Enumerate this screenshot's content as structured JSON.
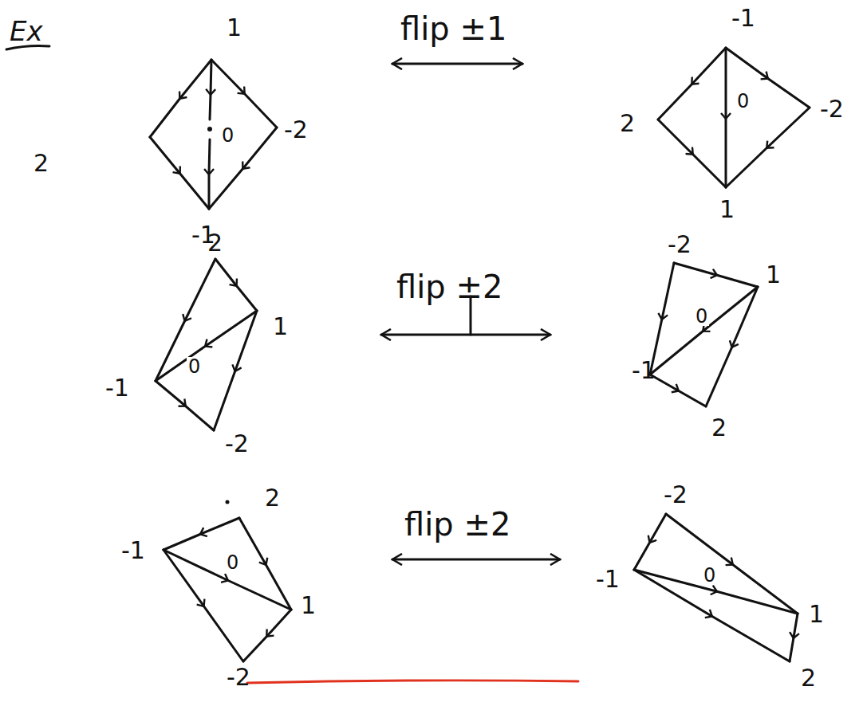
{
  "diagram": {
    "title": "Ex",
    "labels": [
      "1",
      "2",
      "-2",
      "-1",
      "0",
      "flip ±1",
      "-1",
      "2",
      "-2",
      "1",
      "0",
      "2",
      "1",
      "-1",
      "-2",
      "0",
      "flip ±2",
      "-2",
      "1",
      "-1",
      "2",
      "0",
      "2",
      "-1",
      "1",
      "-2",
      "0",
      "flip ±2",
      "-2",
      "-1",
      "1",
      "2",
      "0"
    ]
  }
}
